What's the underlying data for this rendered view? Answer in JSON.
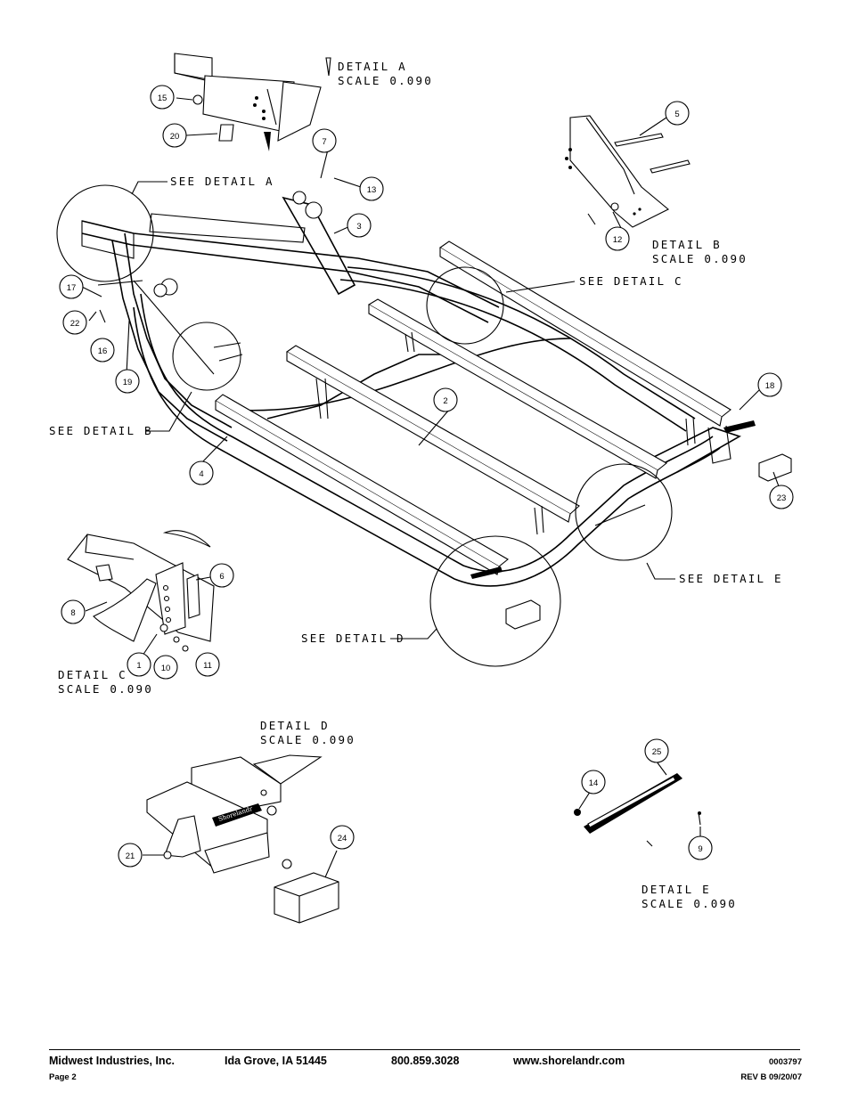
{
  "callouts": [
    "1",
    "2",
    "3",
    "4",
    "5",
    "6",
    "7",
    "8",
    "9",
    "10",
    "11",
    "12",
    "13",
    "14",
    "15",
    "16",
    "17",
    "18",
    "19",
    "20",
    "21",
    "22",
    "23",
    "24",
    "25"
  ],
  "labels": {
    "see_detail_a": "SEE DETAIL  A",
    "see_detail_b": "SEE DETAIL  B",
    "see_detail_c": "SEE DETAIL  C",
    "see_detail_d": "SEE DETAIL  D",
    "see_detail_e": "SEE DETAIL  E",
    "detail_a": "DETAIL  A",
    "detail_b": "DETAIL  B",
    "detail_c": "DETAIL  C",
    "detail_d": "DETAIL  D",
    "detail_e": "DETAIL  E",
    "scale": "SCALE  0.090"
  },
  "decal_text": "Shorelandr",
  "footer": {
    "company": "Midwest Industries, Inc.",
    "city": "Ida Grove, IA  51445",
    "phone": "800.859.3028",
    "website": "www.shorelandr.com",
    "doc_number": "0003797",
    "page": "Page 2",
    "revision": "REV B  09/20/07"
  }
}
